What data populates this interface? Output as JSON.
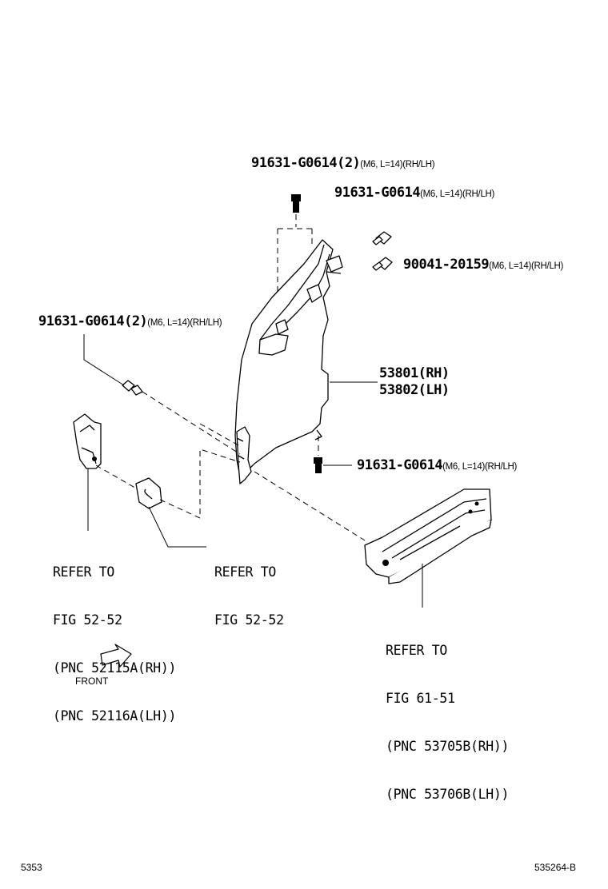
{
  "callouts": [
    {
      "pn": "91631-G0614(2)",
      "spec": "(M6, L=14)(RH/LH)"
    },
    {
      "pn": "91631-G0614",
      "spec": "(M6, L=14)(RH/LH)"
    },
    {
      "pn": "90041-20159",
      "spec": "(M6, L=14)(RH/LH)"
    },
    {
      "pn": "91631-G0614(2)",
      "spec": "(M6, L=14)(RH/LH)"
    },
    {
      "pn": "91631-G0614",
      "spec": "(M6, L=14)(RH/LH)"
    }
  ],
  "main_part": {
    "rh": "53801(RH)",
    "lh": "53802(LH)"
  },
  "references": [
    {
      "lines": [
        "REFER TO",
        "FIG 52-52",
        "(PNC 52115A(RH))",
        "(PNC 52116A(LH))"
      ]
    },
    {
      "lines": [
        "REFER TO",
        "FIG 52-52"
      ]
    },
    {
      "lines": [
        "REFER TO",
        "FIG 61-51",
        "(PNC 53705B(RH))",
        "(PNC 53706B(LH))"
      ]
    }
  ],
  "front_label": "FRONT",
  "footer": {
    "left": "5353",
    "right": "535264-B"
  }
}
